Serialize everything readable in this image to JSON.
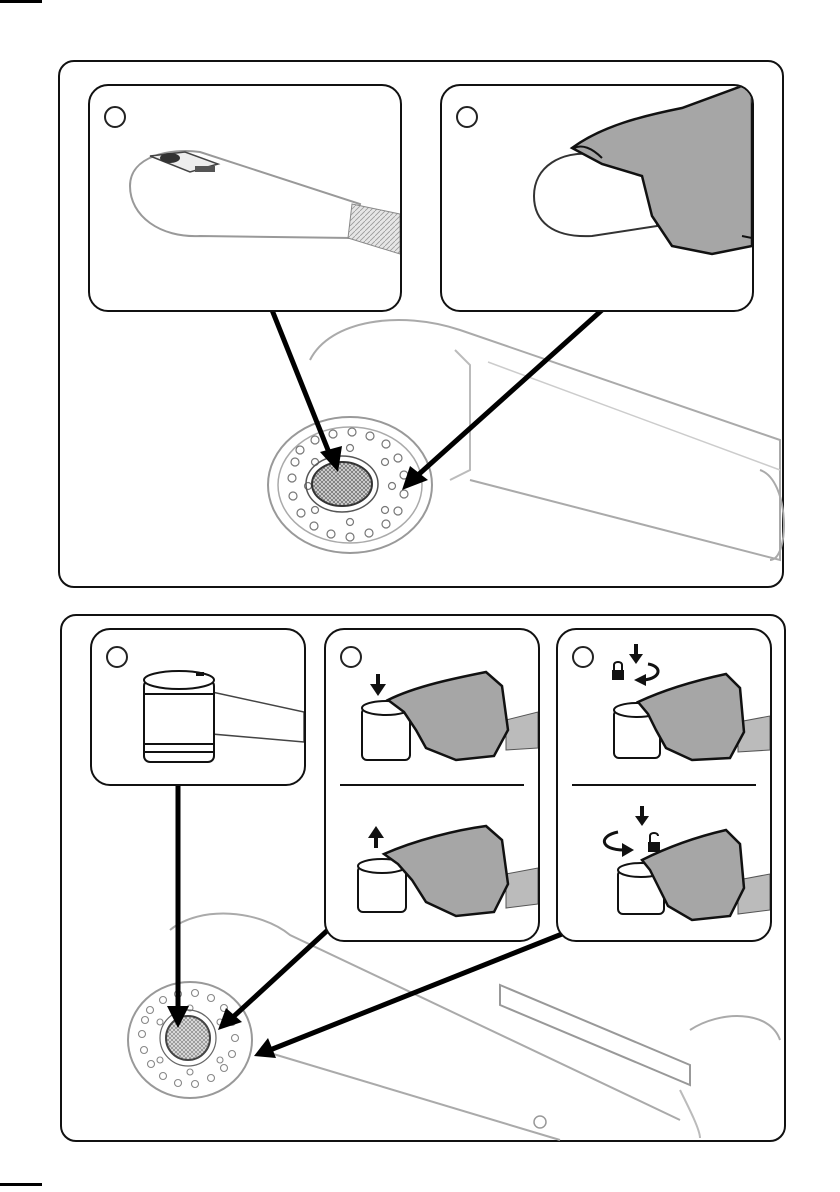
{
  "page": {
    "figure_upper": {
      "steps": [
        {
          "id": "step-1",
          "label": "",
          "icon": "sprayhead-button-icon"
        },
        {
          "id": "step-2",
          "label": "",
          "icon": "hand-pressing-button-icon"
        }
      ],
      "target": "spray-face-center-and-ring"
    },
    "figure_lower": {
      "steps": [
        {
          "id": "step-3",
          "label": "",
          "icon": "aerator-cartridge-icon"
        },
        {
          "id": "step-4",
          "label": "",
          "icon": "press-and-lift-icon",
          "sub": [
            "arrow-down-icon",
            "arrow-up-icon"
          ]
        },
        {
          "id": "step-5",
          "label": "",
          "icon": "lock-unlock-rotate-icon",
          "sub": [
            "lock-icon",
            "unlock-icon"
          ]
        }
      ]
    }
  }
}
